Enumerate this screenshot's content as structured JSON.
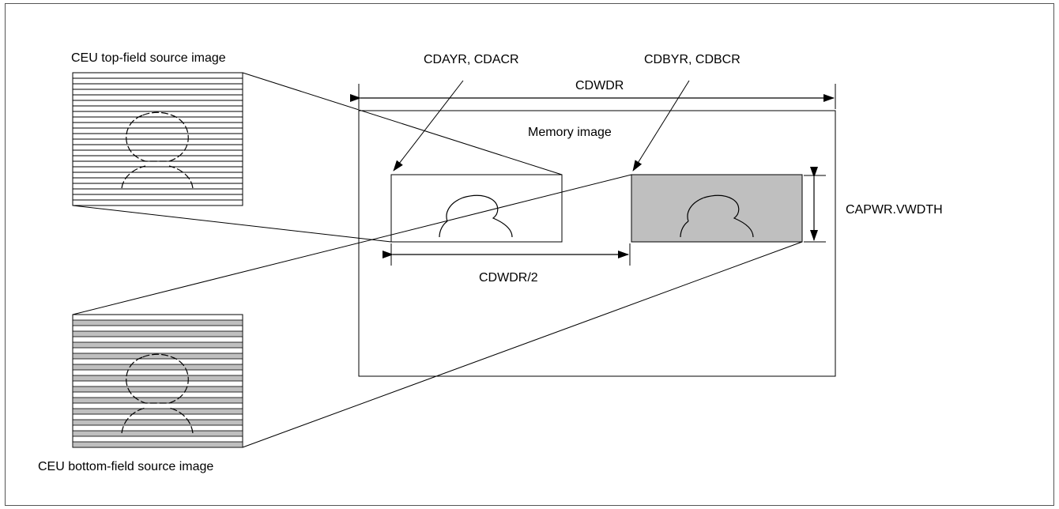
{
  "labels": {
    "top_field": "CEU top-field source image",
    "bottom_field": "CEU bottom-field source image",
    "cdayr": "CDAYR, CDACR",
    "cdbyr": "CDBYR, CDBCR",
    "cdwdr": "CDWDR",
    "memory_image": "Memory image",
    "cdwdr_half": "CDWDR/2",
    "capwr": "CAPWR.VWDTH"
  },
  "colors": {
    "line": "#000000",
    "shaded_fill": "#bfbfbf",
    "frame": "#555555"
  }
}
